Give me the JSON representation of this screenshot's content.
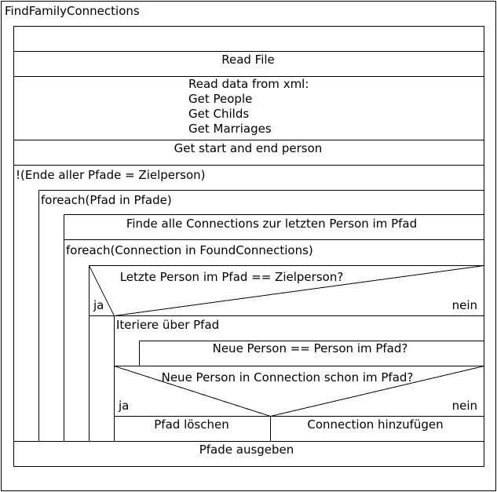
{
  "diagram": {
    "title": "FindFamilyConnections",
    "blocks": {
      "read_file": "Read File",
      "read_xml": [
        "Read data from xml:",
        "Get People",
        "Get Childs",
        "Get Marriages"
      ],
      "get_start_end": "Get start and end person",
      "while_loop": "!(Ende aller Pfade = Zielperson)",
      "foreach_path": "foreach(Pfad in Pfade)",
      "find_connections": "Finde alle Connections zur letzten Person im Pfad",
      "foreach_connection": "foreach(Connection in FoundConnections)",
      "decision_target": "Letzte Person im Pfad == Zielperson?",
      "iterate_path": "Iteriere über Pfad",
      "decision_same_person": "Neue Person == Person im Pfad?",
      "decision_in_path": "Neue Person in Connection schon im Pfad?",
      "delete_path": "Pfad löschen",
      "add_connection": "Connection hinzufügen",
      "output_paths": "Pfade ausgeben"
    },
    "branch_labels": {
      "yes": "ja",
      "no": "nein"
    }
  }
}
